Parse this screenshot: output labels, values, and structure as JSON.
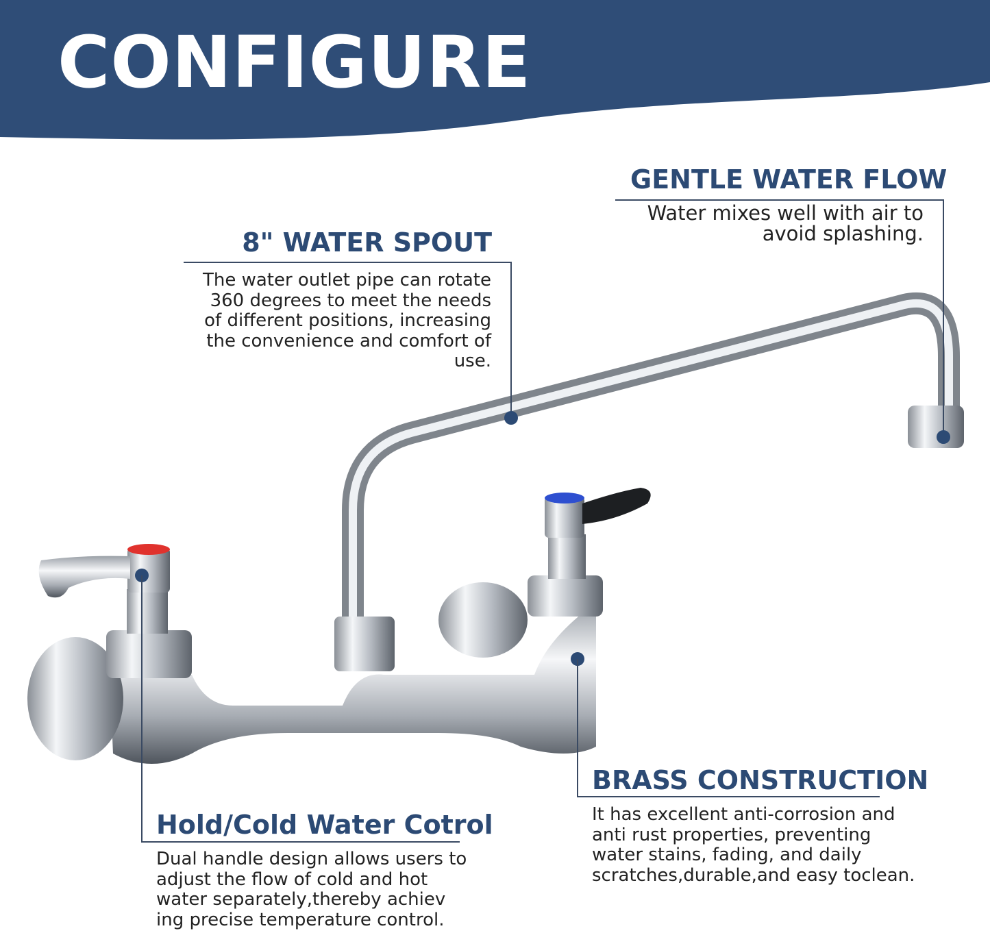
{
  "colors": {
    "accent": "#2c4a74",
    "banner": "#2f4d77",
    "line": "#3a4a63"
  },
  "header": {
    "title": "CONFIGURE"
  },
  "callouts": {
    "flow": {
      "title": "GENTLE WATER FLOW",
      "lines": [
        "Water mixes well with air to",
        "avoid splashing."
      ]
    },
    "spout": {
      "title": "8\" WATER SPOUT",
      "lines": [
        "The water outlet pipe can rotate",
        "360 degrees to meet the needs",
        "of different positions, increasing",
        "the convenience and comfort of",
        "use."
      ]
    },
    "control": {
      "title": "Hold/Cold Water Cotrol",
      "lines": [
        "Dual handle design allows users to",
        "adjust the flow of cold and hot",
        "water separately,thereby achiev",
        "ing precise temperature control."
      ]
    },
    "brass": {
      "title": "BRASS CONSTRUCTION",
      "lines": [
        "It has excellent anti-corrosion and",
        "anti rust properties, preventing",
        "water stains, fading, and daily",
        "scratches,durable,and easy toclean."
      ]
    }
  }
}
